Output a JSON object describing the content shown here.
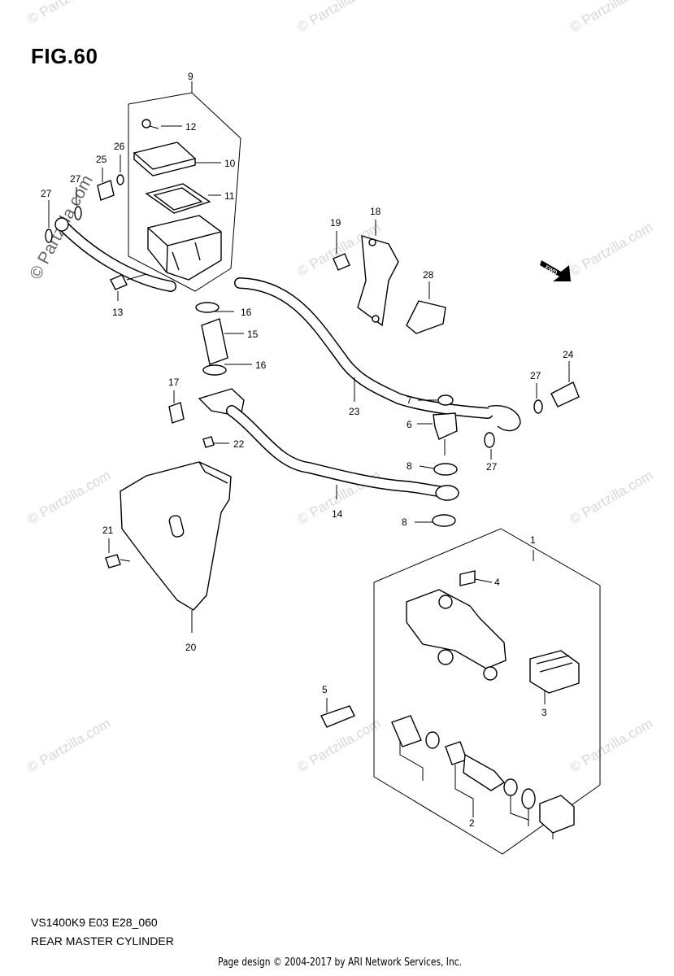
{
  "figure_title": "FIG.60",
  "model_code": "VS1400K9 E03 E28_060",
  "diagram_title": "REAR MASTER CYLINDER",
  "footer": "Page design © 2004-2017 by ARI Network Services, Inc.",
  "watermark_text": "© Partzilla.com",
  "fwd_label": "FWD",
  "callouts": [
    "1",
    "2",
    "3",
    "4",
    "5",
    "6",
    "7",
    "8",
    "8",
    "9",
    "10",
    "11",
    "12",
    "13",
    "14",
    "15",
    "16",
    "16",
    "17",
    "18",
    "19",
    "20",
    "21",
    "22",
    "23",
    "24",
    "25",
    "26",
    "27",
    "27",
    "27",
    "28"
  ],
  "colors": {
    "line": "#000000",
    "watermark": "#d8d8d8",
    "background": "#ffffff"
  }
}
